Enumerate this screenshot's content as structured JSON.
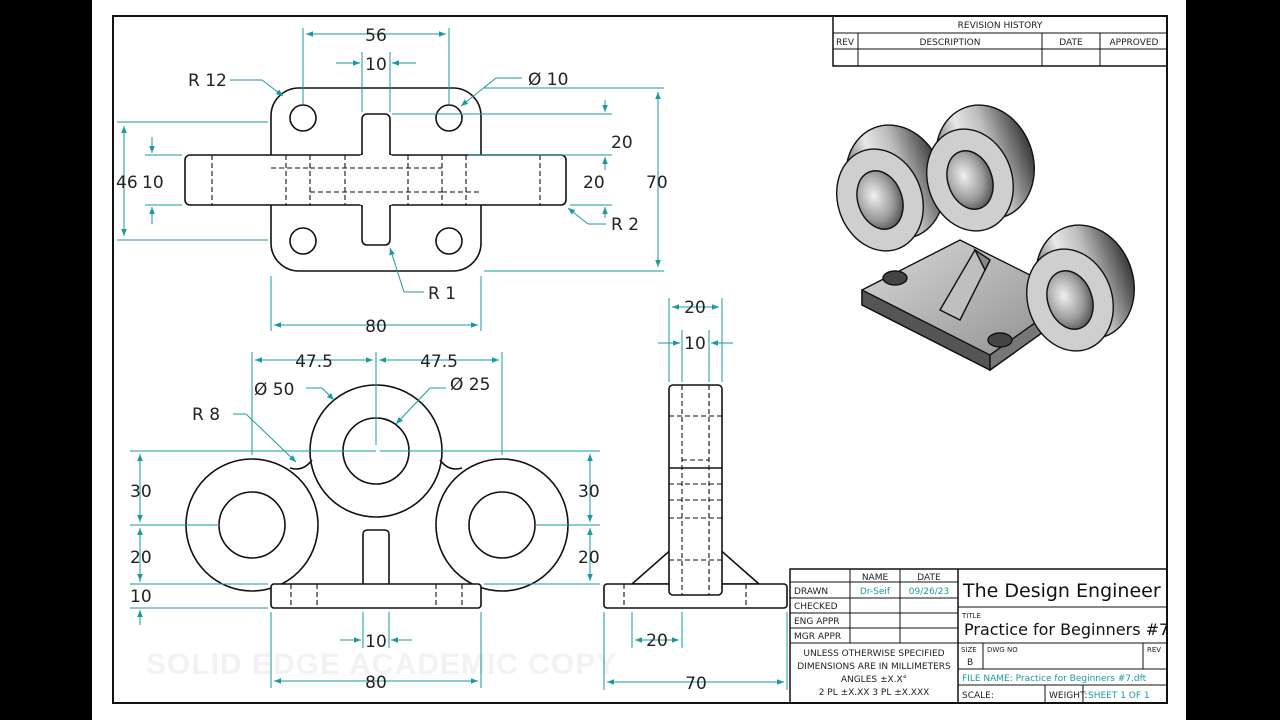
{
  "drawing": {
    "revision_history": {
      "title": "REVISION HISTORY",
      "columns": [
        "REV",
        "DESCRIPTION",
        "DATE",
        "APPROVED"
      ]
    },
    "top_view_dims": {
      "overall_width": "56",
      "rib_width": "10",
      "hole_dia": "Ø 10",
      "corner_radius": "R 12",
      "height_46": "46",
      "height_10": "10",
      "dim_20_upper": "20",
      "dim_20_lower": "20",
      "dim_70": "70",
      "fillet_r2": "R 2",
      "fillet_r1": "R 1",
      "base_80": "80"
    },
    "front_view_dims": {
      "left_475": "47.5",
      "right_475": "47.5",
      "outer_dia": "Ø 50",
      "inner_dia": "Ø 25",
      "fillet_r8": "R 8",
      "left_30": "30",
      "left_20": "20",
      "left_10": "10",
      "right_30": "30",
      "right_20": "20",
      "bottom_10": "10",
      "bottom_80": "80"
    },
    "side_view_dims": {
      "top_20": "20",
      "top_10": "10",
      "bottom_20": "20",
      "bottom_70": "70"
    },
    "watermark": "SOLID EDGE ACADEMIC COPY",
    "title_block": {
      "col_name": "NAME",
      "col_date": "DATE",
      "drawn_label": "DRAWN",
      "drawn_name": "Dr-Seif",
      "drawn_date": "09/26/23",
      "checked_label": "CHECKED",
      "eng_appr_label": "ENG APPR",
      "mgr_appr_label": "MGR APPR",
      "note_1": "UNLESS OTHERWISE SPECIFIED",
      "note_2": "DIMENSIONS ARE IN MILLIMETERS",
      "note_3": "ANGLES ±X.X°",
      "note_4": "2 PL ±X.XX 3 PL ±X.XXX",
      "company": "The Design Engineer",
      "title_label": "TITLE",
      "title": "Practice for Beginners #7",
      "size_label": "SIZE",
      "size": "B",
      "dwg_no_label": "DWG NO",
      "rev_label": "REV",
      "file_name": "FILE NAME: Practice for Beginners #7.dft",
      "scale_label": "SCALE:",
      "weight_label": "WEIGHT:",
      "sheet": "SHEET 1 OF 1"
    },
    "colors": {
      "dimension": "#1a9aa0",
      "geometry": "#111111",
      "sheet": "#ffffff"
    }
  }
}
